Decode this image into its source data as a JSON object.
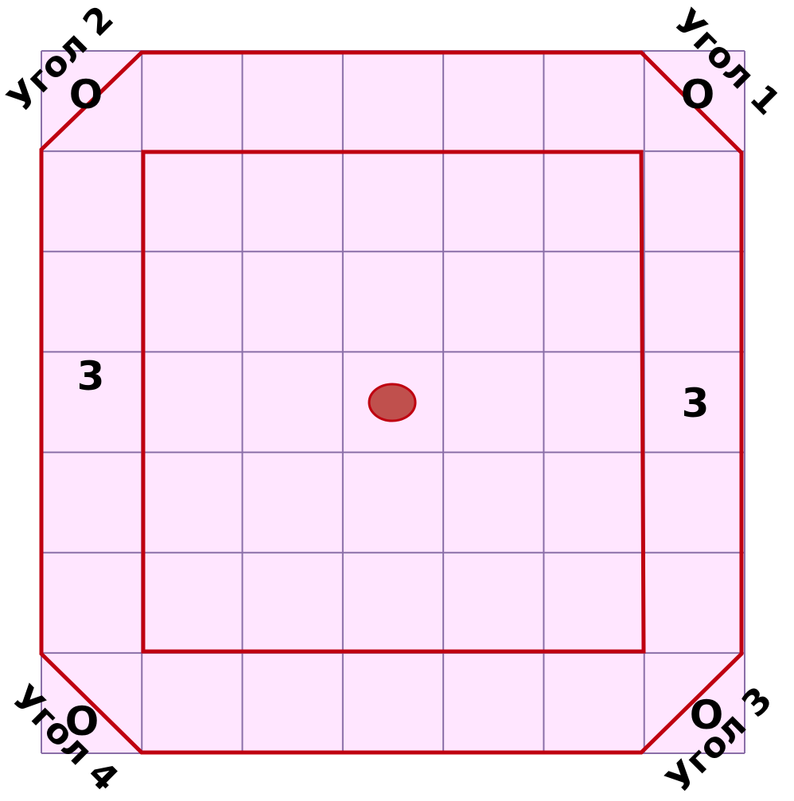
{
  "diagram": {
    "grid": {
      "rows": 7,
      "cols": 7
    },
    "colors": {
      "cell_fill": "#FFE6FF",
      "grid_line": "#8A6FA8",
      "outline": "#BF0010",
      "center_dot_fill": "#C0504D",
      "center_dot_stroke": "#BF0010"
    },
    "side_labels": {
      "left": "3",
      "right": "3"
    },
    "corners": [
      {
        "name": "Угол 1",
        "mark": "О"
      },
      {
        "name": "Угол 2",
        "mark": "О"
      },
      {
        "name": "Угол 3",
        "mark": "О"
      },
      {
        "name": "Угол 4",
        "mark": "О"
      }
    ]
  }
}
